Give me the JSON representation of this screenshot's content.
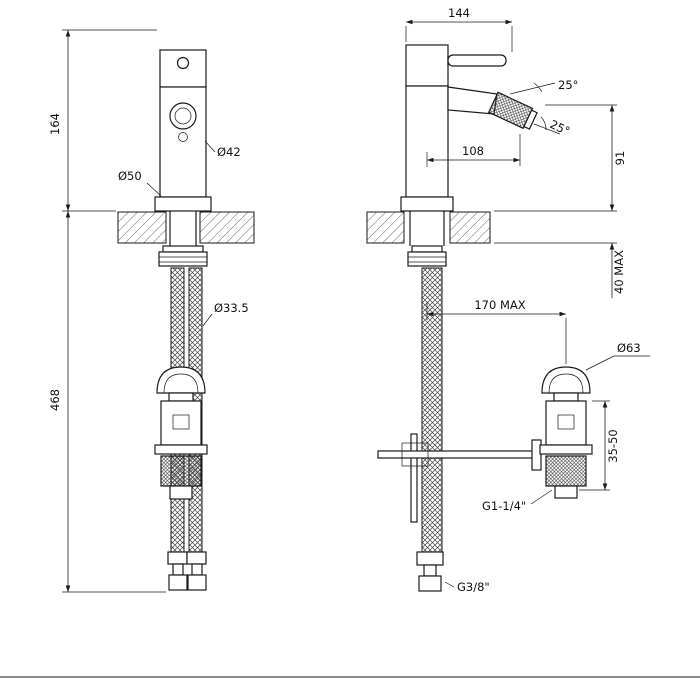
{
  "drawing": {
    "kind": "technical-dimension-drawing",
    "subject": "single-lever bidet mixer with pop-up waste and flexible supply hoses",
    "line_color": "#1a1a1a",
    "background": "#ffffff"
  },
  "dimensions": {
    "height_above_deck": "164",
    "below_deck_length": "468",
    "overall_depth": "144",
    "spout_projection": "108",
    "outlet_height": "91",
    "max_deck_thickness": "40 MAX",
    "max_drain_distance": "170 MAX",
    "spray_angle_upper": "25°",
    "spray_angle_lower": "25°",
    "body_diameter": "Ø42",
    "base_diameter": "Ø50",
    "hole_diameter": "Ø33.5",
    "drain_cap_diameter": "Ø63",
    "drain_height_range": "35-50",
    "drain_thread": "G1-1/4\"",
    "supply_thread": "G3/8\""
  }
}
